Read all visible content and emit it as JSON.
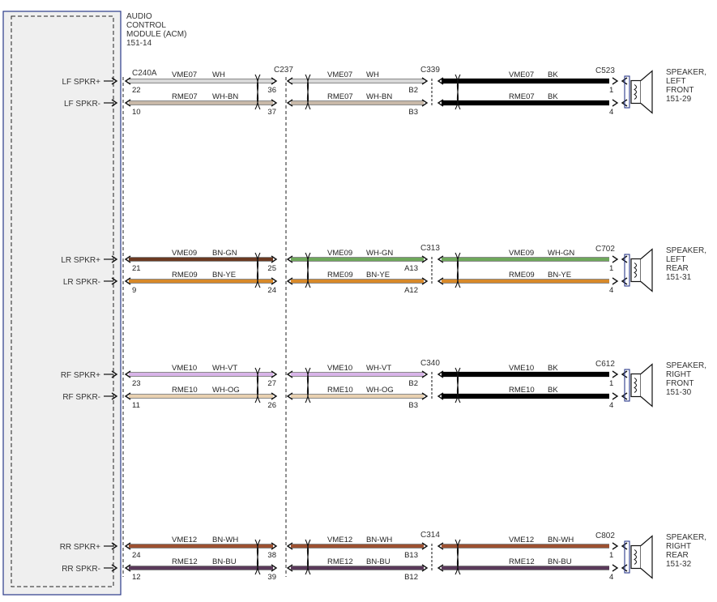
{
  "module": {
    "title_lines": [
      "AUDIO",
      "CONTROL",
      "MODULE (ACM)",
      "151-14"
    ],
    "connector": "C240A"
  },
  "inline_connectors": {
    "c237": "C237",
    "c339": "C339",
    "c313": "C313",
    "c340": "C340",
    "c314": "C314"
  },
  "colors": {
    "WH": "#d8d8d8",
    "WH-BN": "#c8b8a8",
    "BK": "#000000",
    "BN-GN": "#6b3a22",
    "BN-YE": "#d7892a",
    "WH-GN": "#6fa85c",
    "WH-VT": "#d8b4e8",
    "WH-OG": "#e8d0b0",
    "BN-WH": "#9c5030",
    "BN-BU": "#5a3a5a"
  },
  "groups": [
    {
      "wires": [
        {
          "label": "LF SPKR+",
          "acm_pin": "22",
          "c237_pin": "36",
          "inline_pin": "B2",
          "spk_pin": "1",
          "seg1": {
            "circuit": "VME07",
            "color": "WH"
          },
          "seg2": {
            "circuit": "VME07",
            "color": "WH"
          },
          "seg3": {
            "circuit": "VME07",
            "color": "BK"
          }
        },
        {
          "label": "LF SPKR-",
          "acm_pin": "10",
          "c237_pin": "37",
          "inline_pin": "B3",
          "spk_pin": "4",
          "seg1": {
            "circuit": "RME07",
            "color": "WH-BN"
          },
          "seg2": {
            "circuit": "RME07",
            "color": "WH-BN"
          },
          "seg3": {
            "circuit": "RME07",
            "color": "BK"
          }
        }
      ],
      "inline_connector": "C339",
      "speaker_connector": "C523",
      "speaker_name": [
        "SPEAKER,",
        "LEFT",
        "FRONT",
        "151-29"
      ]
    },
    {
      "wires": [
        {
          "label": "LR SPKR+",
          "acm_pin": "21",
          "c237_pin": "25",
          "inline_pin": "A13",
          "spk_pin": "1",
          "seg1": {
            "circuit": "VME09",
            "color": "BN-GN"
          },
          "seg2": {
            "circuit": "VME09",
            "color": "WH-GN"
          },
          "seg3": {
            "circuit": "VME09",
            "color": "WH-GN"
          }
        },
        {
          "label": "LR SPKR-",
          "acm_pin": "9",
          "c237_pin": "24",
          "inline_pin": "A12",
          "spk_pin": "4",
          "seg1": {
            "circuit": "RME09",
            "color": "BN-YE"
          },
          "seg2": {
            "circuit": "RME09",
            "color": "BN-YE"
          },
          "seg3": {
            "circuit": "RME09",
            "color": "BN-YE"
          }
        }
      ],
      "inline_connector": "C313",
      "speaker_connector": "C702",
      "speaker_name": [
        "SPEAKER,",
        "LEFT",
        "REAR",
        "151-31"
      ]
    },
    {
      "wires": [
        {
          "label": "RF SPKR+",
          "acm_pin": "23",
          "c237_pin": "27",
          "inline_pin": "B2",
          "spk_pin": "1",
          "seg1": {
            "circuit": "VME10",
            "color": "WH-VT"
          },
          "seg2": {
            "circuit": "VME10",
            "color": "WH-VT"
          },
          "seg3": {
            "circuit": "VME10",
            "color": "BK"
          }
        },
        {
          "label": "RF SPKR-",
          "acm_pin": "11",
          "c237_pin": "26",
          "inline_pin": "B3",
          "spk_pin": "4",
          "seg1": {
            "circuit": "RME10",
            "color": "WH-OG"
          },
          "seg2": {
            "circuit": "RME10",
            "color": "WH-OG"
          },
          "seg3": {
            "circuit": "RME10",
            "color": "BK"
          }
        }
      ],
      "inline_connector": "C340",
      "speaker_connector": "C612",
      "speaker_name": [
        "SPEAKER,",
        "RIGHT",
        "FRONT",
        "151-30"
      ]
    },
    {
      "wires": [
        {
          "label": "RR SPKR+",
          "acm_pin": "24",
          "c237_pin": "38",
          "inline_pin": "B13",
          "spk_pin": "1",
          "seg1": {
            "circuit": "VME12",
            "color": "BN-WH"
          },
          "seg2": {
            "circuit": "VME12",
            "color": "BN-WH"
          },
          "seg3": {
            "circuit": "VME12",
            "color": "BN-WH"
          }
        },
        {
          "label": "RR SPKR-",
          "acm_pin": "12",
          "c237_pin": "39",
          "inline_pin": "B12",
          "spk_pin": "4",
          "seg1": {
            "circuit": "RME12",
            "color": "BN-BU"
          },
          "seg2": {
            "circuit": "RME12",
            "color": "BN-BU"
          },
          "seg3": {
            "circuit": "RME12",
            "color": "BN-BU"
          }
        }
      ],
      "inline_connector": "C314",
      "speaker_connector": "C802",
      "speaker_name": [
        "SPEAKER,",
        "RIGHT",
        "REAR",
        "151-32"
      ]
    }
  ]
}
